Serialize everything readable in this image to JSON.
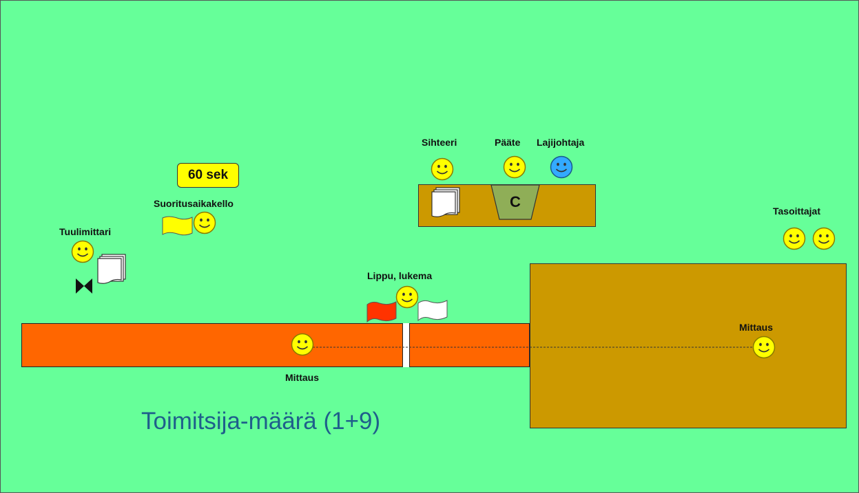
{
  "title": "Toimitsija-määrä (1+9)",
  "timer": {
    "text": "60 sek"
  },
  "labels": {
    "tuulimittari": "Tuulimittari",
    "suoritusaikakello": "Suoritusaikakello",
    "sihteeri": "Sihteeri",
    "paate": "Pääte",
    "lajijohtaja": "Lajijohtaja",
    "tasoittajat": "Tasoittajat",
    "lippu_lukema": "Lippu, lukema",
    "mittaus_runway": "Mittaus",
    "mittaus_pit": "Mittaus"
  },
  "computer_badge": "C",
  "icons": [
    "smiley-icon",
    "smiley-blue-icon",
    "flag-icon",
    "papers-icon",
    "wind-gauge-icon",
    "computer-icon"
  ],
  "colors": {
    "background": "#66ff99",
    "runway": "#ff6600",
    "pit": "#cc9900",
    "official": "#ffff00",
    "lead_official": "#33aaff",
    "title": "#1f5f8b"
  }
}
